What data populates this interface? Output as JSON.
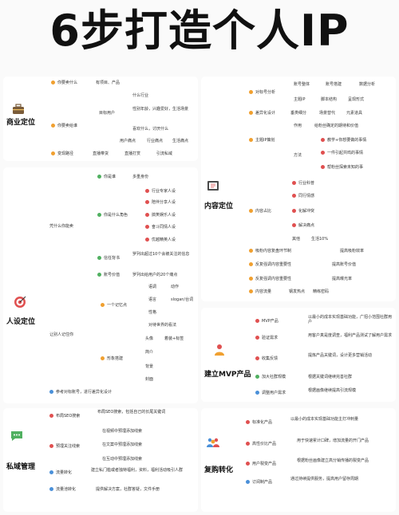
{
  "title": "6步打造个人IP",
  "colors": {
    "orange": "#f0a030",
    "red": "#e05050",
    "green": "#50b060",
    "blue": "#4a90d9"
  },
  "sections": {
    "s1": {
      "name": "商业定位",
      "icon": "briefcase-icon",
      "n1": "你要卖什么",
      "n1a": "有项目、产品",
      "n2": "你要卖给谁",
      "n2a": "目标用户",
      "n2a1": "什么行业",
      "n2a2": "性别年龄，兴趣爱好，生活场景",
      "n2a3": "喜欢什么，讨厌什么",
      "n2b": "用户痛点",
      "n2b1": "行业痛点",
      "n2b2": "生活痛点",
      "n3": "变现路径",
      "n3a": "直播带货",
      "n3b": "直播打赏",
      "n3c": "引流私域"
    },
    "s2": {
      "name": "人设定位",
      "icon": "target-icon",
      "a": "凭什么你能卖",
      "a1": "你是谁",
      "a1a": "多重身份",
      "a2": "你是什么角色",
      "a2a": "行业专家人设",
      "a2b": "陪伴分享人设",
      "a2c": "搞笑娱乐人设",
      "a2d": "奋斗同情人设",
      "a2e": "优越精英人设",
      "a3": "信任背书",
      "a3a": "罗列出超过10个会被关注的信息",
      "a4": "账号价值",
      "a4a": "罗列出给用户的20个痛点",
      "b": "让别人记住你",
      "b1": "一个记忆点",
      "b1a": "语调",
      "b1b": "动作",
      "b1c": "语言",
      "b1d": "slogan/台词",
      "b1e": "性格",
      "b1f": "对待世界的看法",
      "b2": "形象搭建",
      "b2a": "头像",
      "b2b": "着装+标签",
      "b2c": "简介",
      "b2d": "背景",
      "b2e": "封面",
      "c": "参考对标账号，进行差异化设计"
    },
    "s3": {
      "name": "私域管理",
      "icon": "chat-icon",
      "a": "布局SEO搜索",
      "a1": "布局SEO搜索，包括自己的长尾关键词",
      "b": "预埋关注线索",
      "b1": "在视频中预埋添加线索",
      "b2": "在文案中预埋添加线索",
      "b3": "在互动中预埋添加线索",
      "c": "流量转化",
      "c1": "建立私门槛或者独特福利，资料，福利活动吸引人群",
      "d": "流量池转化",
      "d1": "提供解决方案，社群答疑，文件手册"
    },
    "s4": {
      "name": "内容定位",
      "icon": "book-icon",
      "a": "对标号分析",
      "a1": "账号整体",
      "a1a": "账号搭建",
      "a1b": "数据分析",
      "a2": "主题IP",
      "a2a": "脚本结构",
      "a2b": "呈现形式",
      "b": "差异化设计",
      "b1": "垂类细分",
      "b2": "场景替代",
      "b3": "元素道具",
      "c": "主题IP策划",
      "c1": "作用",
      "c1a": "给粉丝确定的期待和价值",
      "c2": "方法",
      "c2a": "教学+你想要做的事情",
      "c2b": "一件引起共鸣的事情",
      "c2c": "帮粉丝探索未知的事",
      "d": "内容占比",
      "d1": "行业科普",
      "d2": "同行情感",
      "d3": "化解冲突",
      "d4": "解决痛点",
      "d5": "其他",
      "d5a": "生活10%",
      "e": "吸粉内容复盘环节制",
      "e1": "提高吸粉效率",
      "f": "反复强调内容重要性",
      "f1": "提高账号价值",
      "g": "反复强调内容重要性",
      "g1": "提高曝光率",
      "h": "内容流量",
      "h1": "钢发热点",
      "h2": "精练密码"
    },
    "s5": {
      "name": "建立MVP产品",
      "icon": "team-icon",
      "a": "MVP产品",
      "a1": "以最小的成本实现基础功能，广招小范围社群用户",
      "b": "验证需求",
      "b1": "用客户真是度调查，福利产品测试了解用户需求",
      "c": "收集反馈",
      "c1": "提炼产品关键词，设计更多营销活动",
      "d": "加大社群规模",
      "d1": "根据关键词继续完善社群",
      "e": "调整用户需求",
      "e1": "根据画像继续提高引流规模"
    },
    "s6": {
      "name": "复购转化",
      "icon": "people-icon",
      "a": "标准化产品",
      "a1": "以最小的成本实现基础功能主打冲刺量",
      "b": "高性价比产品",
      "b1": "用于快速累计口碑，增加流量的开门产品",
      "c": "用户裂变产品",
      "c1": "根据粉丝画像建立高分销传播的裂变产品",
      "d": "订阅制产品",
      "d1": "通过持续提供服务，提高用户留存周期"
    }
  }
}
